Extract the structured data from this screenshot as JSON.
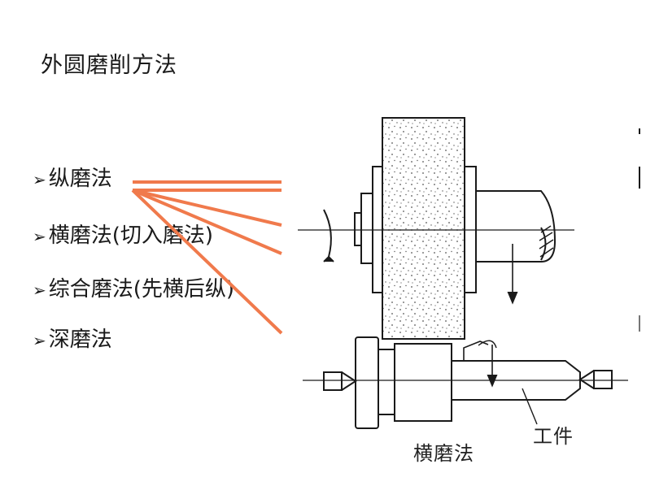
{
  "title": "外圆磨削方法",
  "bullet_marker": "➢",
  "bullets": [
    "纵磨法",
    "横磨法(切入磨法)",
    "综合磨法(先横后纵)",
    "深磨法"
  ],
  "diagram": {
    "caption": "横磨法",
    "workpiece_label": "工件"
  },
  "colors": {
    "pointer": "#f07a4c",
    "ink": "#1a1a1a"
  }
}
